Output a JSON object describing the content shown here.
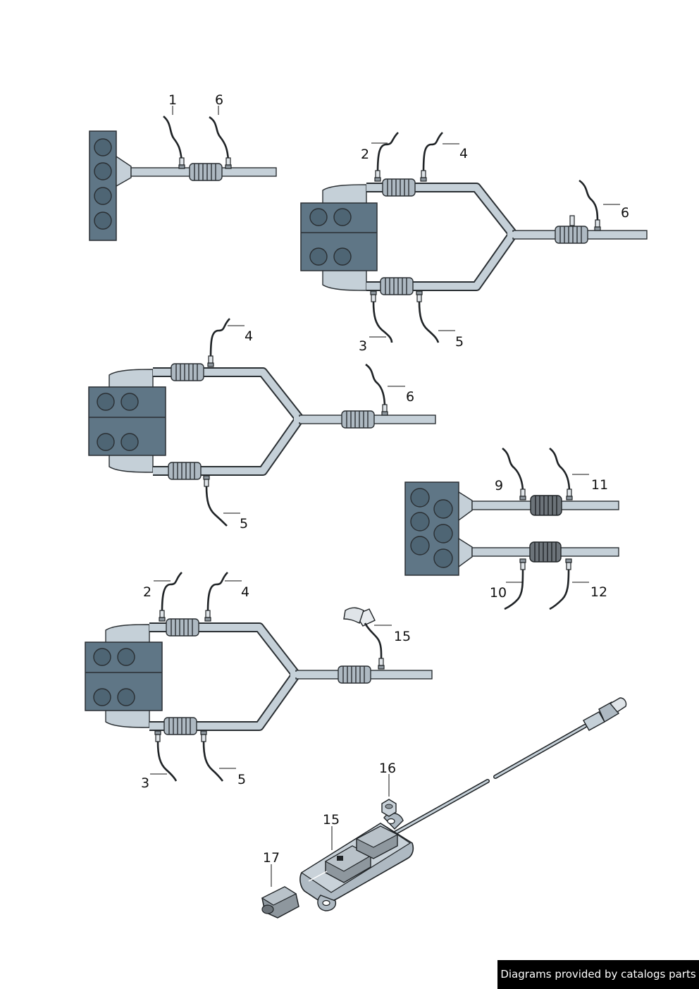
{
  "callouts": {
    "d1": {
      "left": "1",
      "right": "6"
    },
    "d2": {
      "top_left": "2",
      "top_right": "4",
      "bottom_left": "3",
      "bottom_right": "5",
      "tail": "6"
    },
    "d3": {
      "top": "4",
      "bottom": "5",
      "tail": "6"
    },
    "d4": {
      "top_left": "9",
      "top_right": "11",
      "bottom_left": "10",
      "bottom_right": "12"
    },
    "d5": {
      "top_left": "2",
      "top_right": "4",
      "bottom_left": "3",
      "bottom_right": "5",
      "tail": "15"
    },
    "d6": {
      "nut": "16",
      "control_unit": "15",
      "connector": "17"
    }
  },
  "footer": {
    "text": "Diagrams provided by catalogs parts"
  },
  "colors": {
    "engine": "#5f7686",
    "pipe": "#c5d0d8",
    "outline": "#2a2f33"
  }
}
